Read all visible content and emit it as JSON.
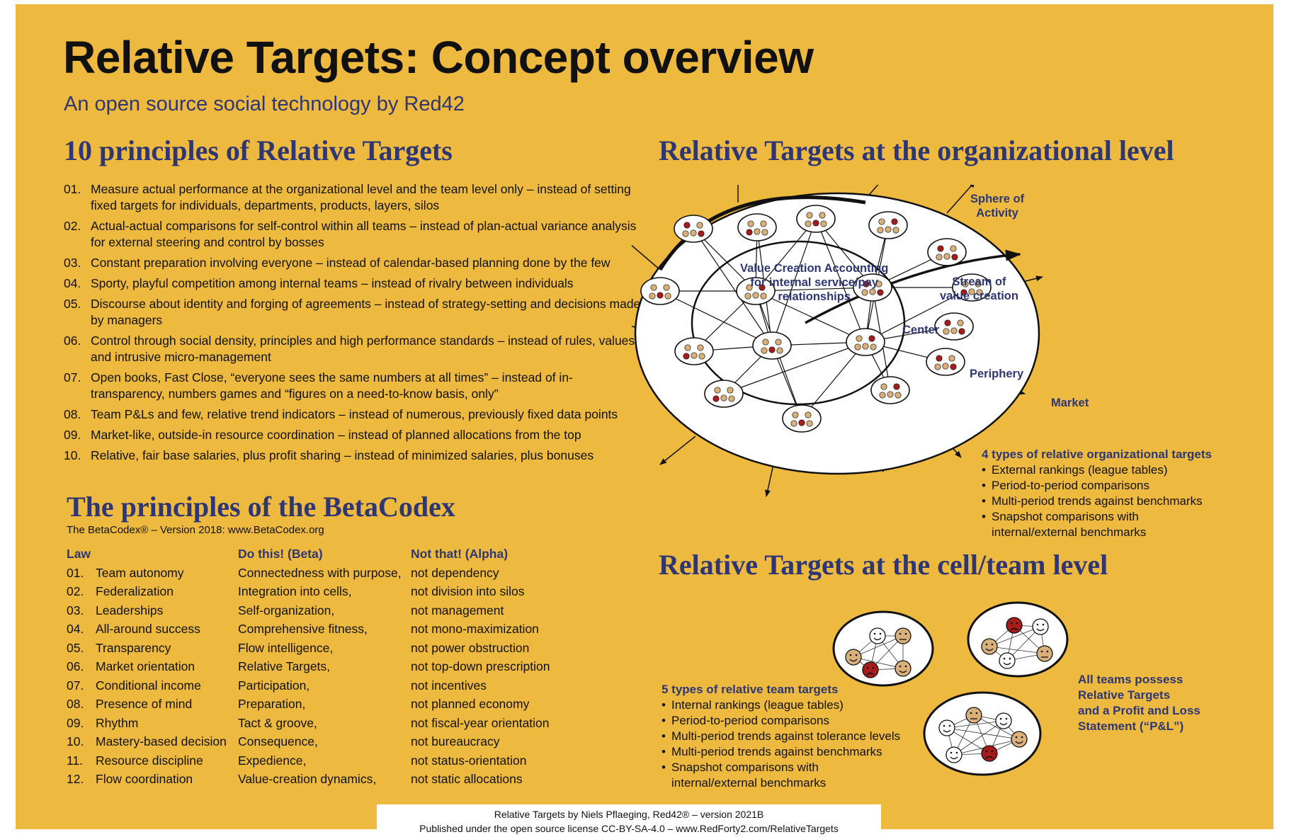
{
  "header": {
    "title": "Relative Targets: Concept overview",
    "subtitle": "An open source social technology by Red42"
  },
  "principles": {
    "heading": "10 principles of Relative Targets",
    "items": [
      {
        "num": "01.",
        "text": "Measure actual performance at the organizational level and the team level only – instead of setting fixed targets for individuals, departments, products, layers, silos"
      },
      {
        "num": "02.",
        "text": "Actual-actual comparisons for self-control within all teams – instead of plan-actual variance analysis for external steering and control by bosses"
      },
      {
        "num": "03.",
        "text": "Constant preparation involving everyone – instead of calendar-based planning done by the few"
      },
      {
        "num": "04.",
        "text": "Sporty, playful competition among internal teams – instead of rivalry between individuals"
      },
      {
        "num": "05.",
        "text": "Discourse about identity and forging of agreements – instead of strategy-setting and decisions made by managers"
      },
      {
        "num": "06.",
        "text": "Control through social density, principles and high performance standards – instead of rules, values and intrusive micro-management"
      },
      {
        "num": "07.",
        "text": "Open books, Fast Close, “everyone sees the same numbers at all times” – instead of in-transparency, numbers games and “figures on a need-to-know basis, only”"
      },
      {
        "num": "08.",
        "text": "Team P&Ls and few, relative trend indicators – instead of numerous, previously fixed data points"
      },
      {
        "num": "09.",
        "text": "Market-like, outside-in resource coordination – instead of planned allocations from the top"
      },
      {
        "num": "10.",
        "text": "Relative, fair base salaries, plus profit sharing – instead of minimized salaries, plus bonuses"
      }
    ]
  },
  "betacodex": {
    "heading": "The principles of the BetaCodex",
    "caption": "The BetaCodex® – Version 2018: www.BetaCodex.org",
    "columns": [
      "Law",
      "Do this! (Beta)",
      "Not that! (Alpha)"
    ],
    "rows": [
      {
        "num": "01.",
        "law": "Team autonomy",
        "beta": "Connectedness with purpose,",
        "alpha": "not dependency"
      },
      {
        "num": "02.",
        "law": "Federalization",
        "beta": "Integration into cells,",
        "alpha": "not division into silos"
      },
      {
        "num": "03.",
        "law": "Leaderships",
        "beta": "Self-organization,",
        "alpha": "not management"
      },
      {
        "num": "04.",
        "law": "All-around success",
        "beta": "Comprehensive fitness,",
        "alpha": "not mono-maximization"
      },
      {
        "num": "05.",
        "law": "Transparency",
        "beta": "Flow intelligence,",
        "alpha": "not power obstruction"
      },
      {
        "num": "06.",
        "law": "Market orientation",
        "beta": "Relative Targets,",
        "alpha": "not top-down prescription"
      },
      {
        "num": "07.",
        "law": "Conditional income",
        "beta": "Participation,",
        "alpha": "not incentives"
      },
      {
        "num": "08.",
        "law": "Presence of mind",
        "beta": "Preparation,",
        "alpha": "not planned economy"
      },
      {
        "num": "09.",
        "law": "Rhythm",
        "beta": "Tact & groove,",
        "alpha": "not fiscal-year orientation"
      },
      {
        "num": "10.",
        "law": "Mastery-based decision",
        "beta": "Consequence,",
        "alpha": "not bureaucracy"
      },
      {
        "num": "11.",
        "law": "Resource discipline",
        "beta": "Expedience,",
        "alpha": "not status-orientation"
      },
      {
        "num": "12.",
        "law": "Flow coordination",
        "beta": "Value-creation dynamics,",
        "alpha": "not static allocations"
      }
    ]
  },
  "org_level": {
    "heading": "Relative Targets at the organizational level",
    "labels": {
      "sphere": [
        "Sphere of",
        "Activity"
      ],
      "vca": [
        "Value Creation Accounting",
        "for internal service/pay",
        "relationships"
      ],
      "stream": [
        "Stream of",
        "value creation"
      ],
      "center": "Center",
      "periphery": "Periphery",
      "market": "Market"
    },
    "types": {
      "heading": "4 types of relative organizational targets",
      "items": [
        "External rankings (league tables)",
        "Period-to-period comparisons",
        "Multi-period trends against benchmarks",
        "Snapshot comparisons with internal/external benchmarks"
      ]
    }
  },
  "team_level": {
    "heading": "Relative Targets at the cell/team level",
    "types": {
      "heading": "5 types of relative team targets",
      "items": [
        "Internal rankings (league tables)",
        "Period-to-period comparisons",
        "Multi-period trends against tolerance levels",
        "Multi-period trends against benchmarks",
        "Snapshot comparisons with internal/external benchmarks"
      ]
    },
    "note": [
      "All teams possess",
      "Relative Targets",
      "and a Profit and Loss",
      "Statement (“P&L”)"
    ]
  },
  "footer": {
    "line1": "Relative Targets by Niels Pflaeging, Red42® – version 2021B",
    "line2": "Published under the open source license CC-BY-SA-4.0 – www.RedForty2.com/RelativeTargets"
  },
  "colors": {
    "background": "#EEB93F",
    "heading_navy": "#2E3773",
    "title_black": "#111111",
    "face_red": "#A51C1C",
    "face_tan": "#D9B07A"
  }
}
